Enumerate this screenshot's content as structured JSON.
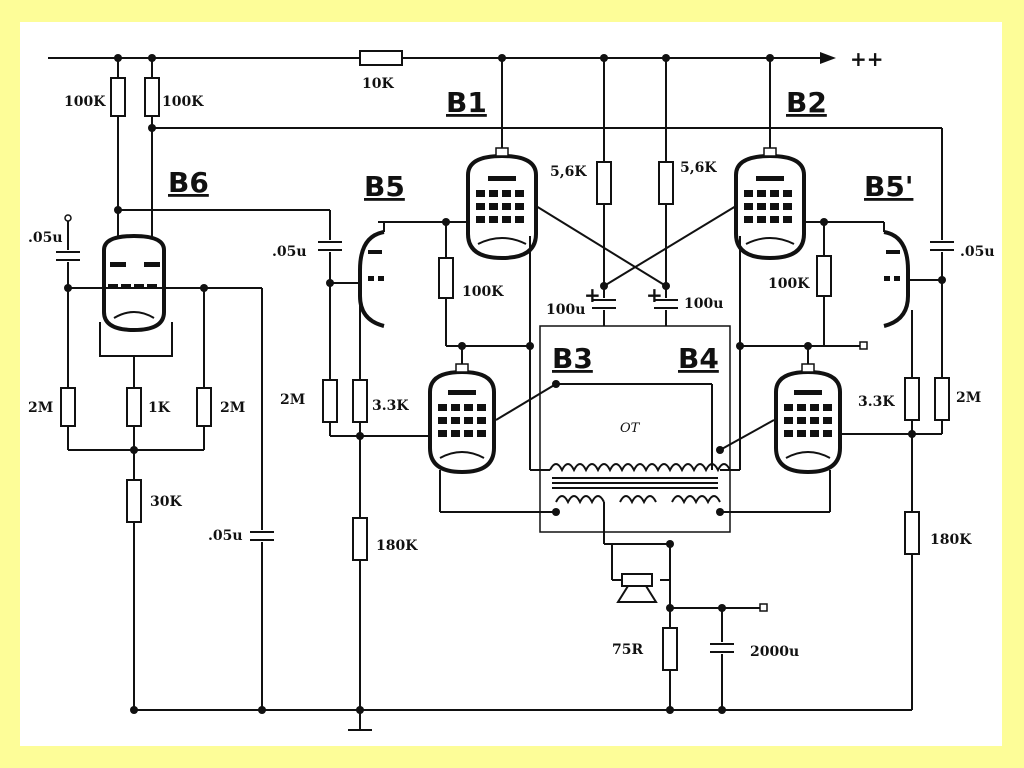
{
  "rail_label": "++",
  "tubes": {
    "b1": "B1",
    "b2": "B2",
    "b3": "B3",
    "b4": "B4",
    "b5": "B5",
    "b5p": "B5'",
    "b6": "B6"
  },
  "transformer_label": "OT",
  "components": {
    "r_10k": "10K",
    "r_100k_a": "100K",
    "r_100k_b": "100K",
    "r_56k_l": "5,6K",
    "r_56k_r": "5,6K",
    "r_100k_b5": "100K",
    "r_100k_b5p": "100K",
    "c_100u_l": "100u",
    "c_100u_r": "100u",
    "plus_l": "+",
    "plus_r": "+",
    "c_05u_b6": ".05u",
    "c_05u_b5": ".05u",
    "c_05u_b5p": ".05u",
    "c_05u_low": ".05u",
    "r_2m_b6l": "2M",
    "r_1k": "1K",
    "r_2m_b6r": "2M",
    "r_30k": "30K",
    "r_2m_b5": "2M",
    "r_33k_b5": "3.3K",
    "r_180k_l": "180K",
    "r_33k_b5p": "3.3K",
    "r_2m_b5p": "2M",
    "r_180k_r": "180K",
    "r_75r": "75R",
    "c_2000u": "2000u"
  }
}
